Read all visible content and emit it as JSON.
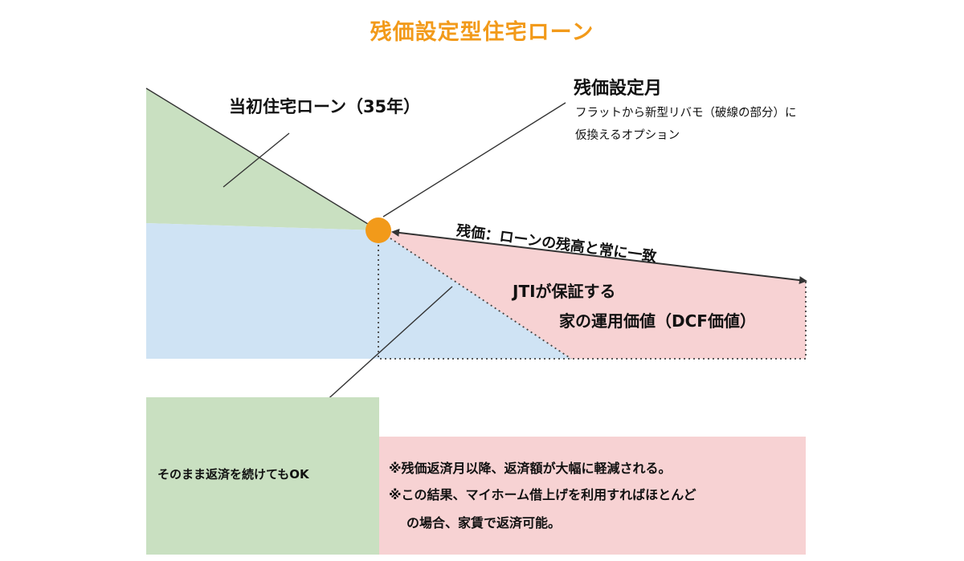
{
  "title": "残価設定型住宅ローン",
  "labels": {
    "initial_loan": "当初住宅ローン（35年）",
    "residual_month": "残価設定月",
    "residual_month_desc_1": "フラットから新型リバモ（破線の部分）に",
    "residual_month_desc_2": "仮換えるオプション",
    "arrow_label": "残価：ローンの残高と常に一致",
    "jti_value_1": "JTIが保証する",
    "jti_value_2": "家の運用価値（DCF価値）",
    "continue_repayment": "そのまま返済を続けてもOK",
    "note_1": "※残価返済月以降、返済額が大幅に軽減される。",
    "note_2": "※この結果、マイホーム借上げを利用すればほとんど",
    "note_3": "の場合、家賃で返済可能。"
  },
  "colors": {
    "title": "#F29A1A",
    "green": "#C9E0C1",
    "blue": "#CFE3F4",
    "pink": "#F7D2D3",
    "marker": "#F29A1A",
    "line": "#333333"
  }
}
